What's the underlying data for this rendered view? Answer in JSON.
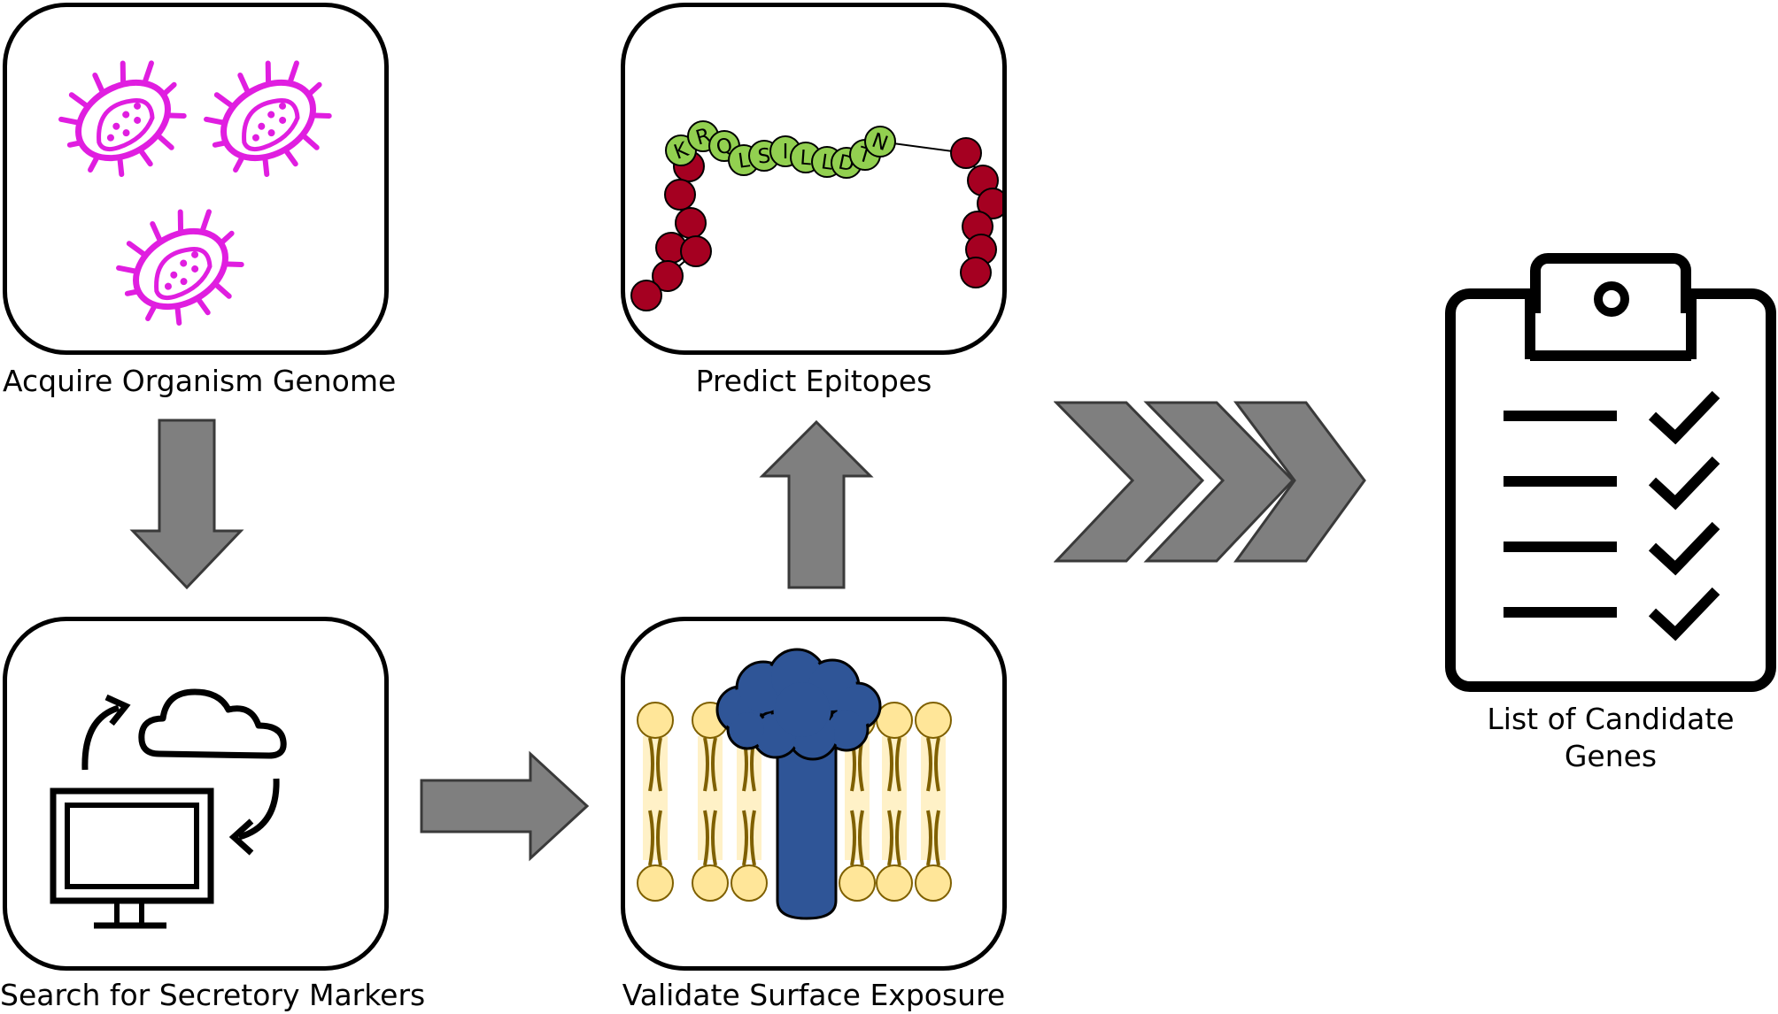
{
  "steps": {
    "acquire": "Acquire Organism Genome",
    "search": "Search for Secretory Markers",
    "validate": "Validate Surface Exposure",
    "predict": "Predict Epitopes",
    "output_line1": "List of Candidate",
    "output_line2": "Genes"
  },
  "epitope": {
    "residues": [
      "K",
      "R",
      "Q",
      "L",
      "S",
      "I",
      "L",
      "L",
      "D",
      "T",
      "N"
    ],
    "epitope_color": "#92d050",
    "flank_color": "#a50021"
  },
  "colors": {
    "bacteria": "#e01ee0",
    "arrow_fill": "#7f7f7f",
    "arrow_stroke": "#3a3a3a",
    "lipid_head": "#ffe699",
    "lipid_tail": "#7f6000",
    "protein": "#2f5597"
  },
  "icons": [
    "bacteria-icon",
    "computer-cloud-icon",
    "membrane-protein-icon",
    "epitope-chain-icon",
    "clipboard-checklist-icon",
    "chevron-icon"
  ]
}
